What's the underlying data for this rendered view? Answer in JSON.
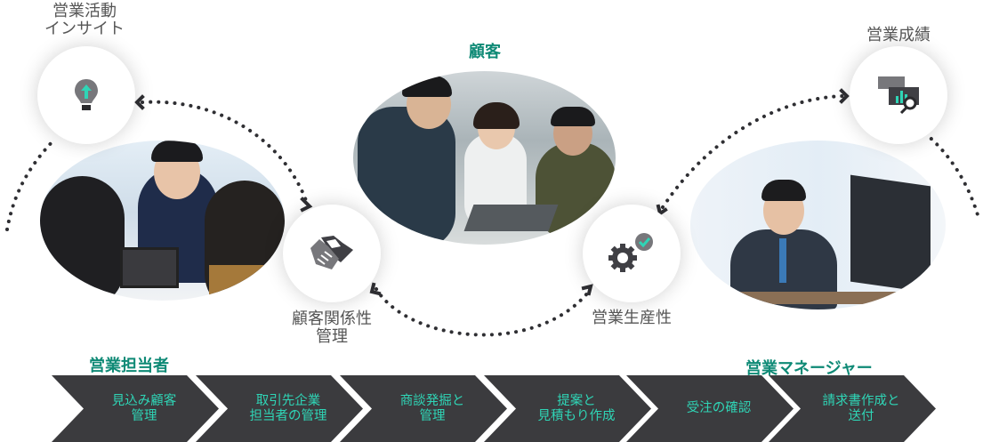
{
  "nodes": {
    "insight": {
      "label_line1": "営業活動",
      "label_line2": "インサイト",
      "icon": "lightbulb-icon"
    },
    "relationship": {
      "label_line1": "顧客関係性",
      "label_line2": "管理",
      "icon": "handshake-icon"
    },
    "productivity": {
      "label": "営業生産性",
      "icon": "gear-check-icon"
    },
    "performance": {
      "label": "営業成績",
      "icon": "chart-search-icon"
    }
  },
  "headings": {
    "customer": "顧客",
    "sales_rep": "営業担当者",
    "sales_manager": "営業マネージャー"
  },
  "photos": {
    "left": "sales-meeting-photo",
    "center": "customers-photo",
    "right": "manager-desk-photo"
  },
  "process_steps": [
    {
      "line1": "見込み顧客",
      "line2": "管理"
    },
    {
      "line1": "取引先企業",
      "line2": "担当者の管理"
    },
    {
      "line1": "商談発掘と",
      "line2": "管理"
    },
    {
      "line1": "提案と",
      "line2": "見積もり作成"
    },
    {
      "line1": "受注の確認",
      "line2": ""
    },
    {
      "line1": "請求書作成と",
      "line2": "送付"
    }
  ],
  "colors": {
    "accent_teal": "#0f8a76",
    "step_text": "#2fd5b6",
    "chevron_fill": "#3b3b3e",
    "icon_dark": "#3f3f44",
    "icon_grey": "#77777b"
  }
}
